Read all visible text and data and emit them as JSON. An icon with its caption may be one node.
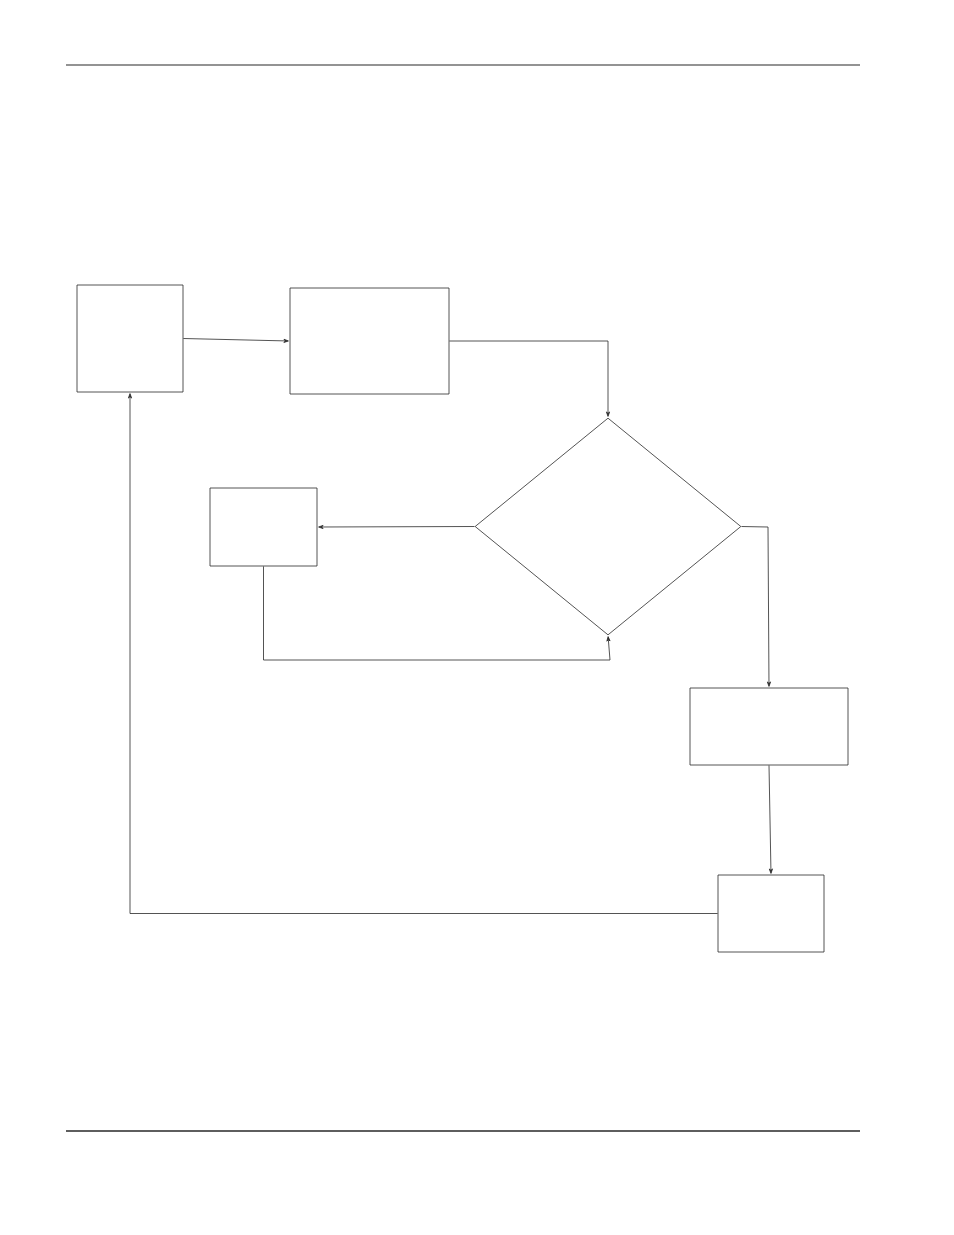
{
  "diagram": {
    "nodes": [
      {
        "text": [],
        "shape": "box"
      },
      {
        "text": [],
        "shape": "box"
      },
      {
        "text": [],
        "shape": "diamond"
      },
      {
        "text": [],
        "shape": "box"
      },
      {
        "text": [],
        "shape": "box"
      },
      {
        "text": [],
        "shape": "box"
      }
    ],
    "edges": [
      {
        "from": 0,
        "to": 1,
        "arrow": "to"
      },
      {
        "from": 1,
        "to": 2,
        "arrow": "to"
      },
      {
        "from": 2,
        "to": 3,
        "arrow": "to"
      },
      {
        "from": 3,
        "to": 2,
        "arrow": "to"
      },
      {
        "from": 2,
        "to": 4,
        "arrow": "to"
      },
      {
        "from": 4,
        "to": 5,
        "arrow": "to"
      },
      {
        "from": 5,
        "to": 0,
        "arrow": "to"
      }
    ]
  }
}
